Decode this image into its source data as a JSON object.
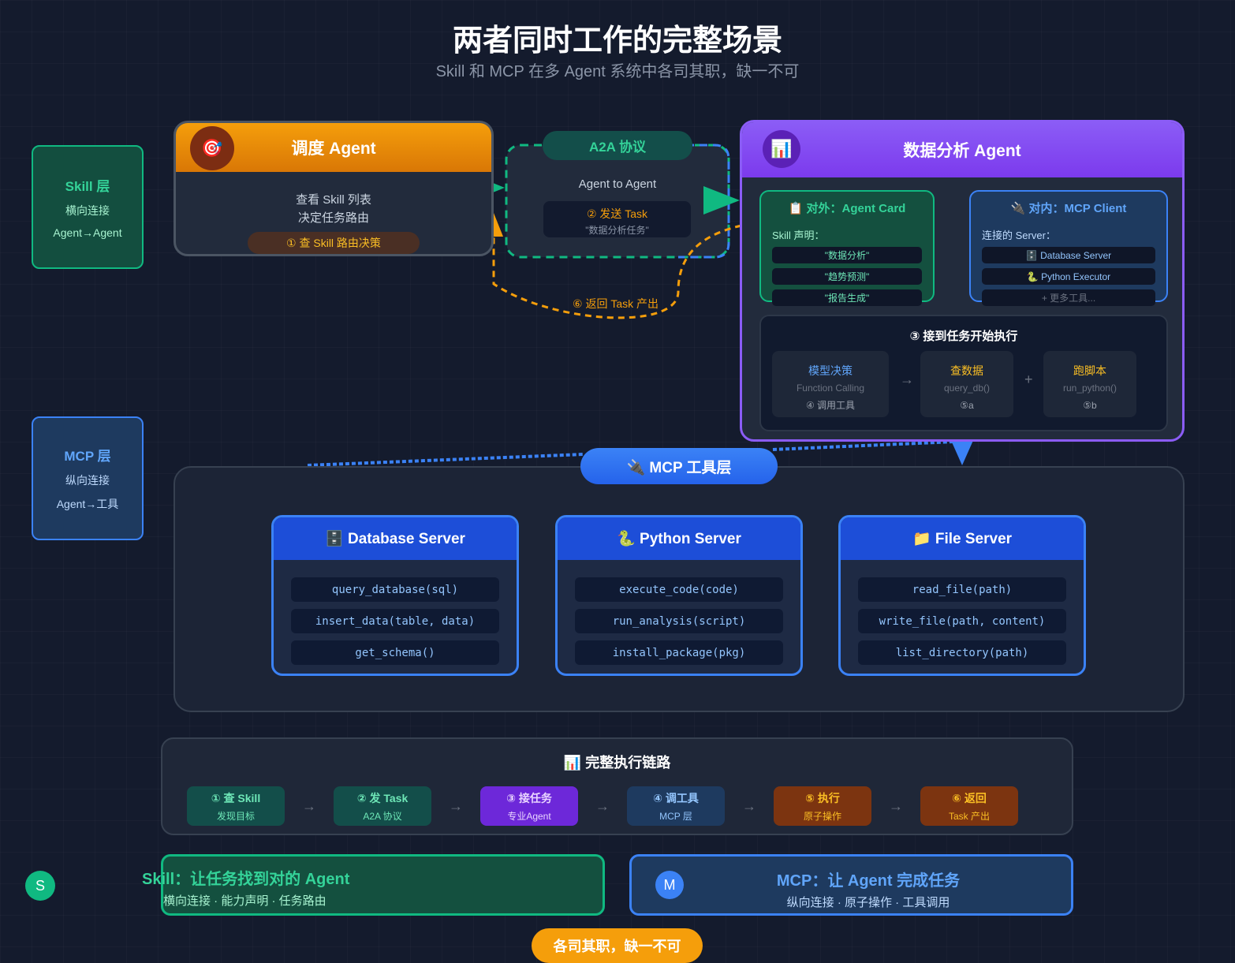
{
  "title": "两者同时工作的完整场景",
  "subtitle": "Skill 和 MCP 在多 Agent 系统中各司其职，缺一不可",
  "skill_layer": {
    "title": "Skill 层",
    "line1": "横向连接",
    "line2": "Agent→Agent"
  },
  "mcp_layer": {
    "title": "MCP 层",
    "line1": "纵向连接",
    "line2": "Agent→工具"
  },
  "dispatch": {
    "icon": "🎯",
    "title": "调度 Agent",
    "line1": "查看 Skill 列表",
    "line2": "决定任务路由",
    "badge": "① 查 Skill 路由决策"
  },
  "a2a": {
    "label": "A2A 协议",
    "desc": "Agent to Agent",
    "send": "② 发送 Task",
    "task": "\"数据分析任务\"",
    "return": "⑥ 返回 Task 产出"
  },
  "analysis": {
    "icon": "📊",
    "title": "数据分析 Agent",
    "card": {
      "title": "📋 对外：Agent Card",
      "label": "Skill 声明：",
      "skills": [
        "\"数据分析\"",
        "\"趋势预测\"",
        "\"报告生成\""
      ]
    },
    "client": {
      "title": "🔌 对内：MCP Client",
      "label": "连接的 Server：",
      "servers": [
        "🗄️ Database Server",
        "🐍 Python Executor",
        "+ 更多工具..."
      ]
    },
    "exec": {
      "title": "③ 接到任务开始执行",
      "steps": [
        {
          "name": "模型决策",
          "fn": "Function Calling",
          "tag": "④ 调用工具"
        },
        {
          "name": "查数据",
          "fn": "query_db()",
          "tag": "⑤a"
        },
        {
          "name": "跑脚本",
          "fn": "run_python()",
          "tag": "⑤b"
        }
      ],
      "arrow": "→",
      "plus": "+"
    }
  },
  "mcp_tools": {
    "label": "🔌 MCP 工具层",
    "servers": [
      {
        "title": "🗄️ Database Server",
        "fns": [
          "query_database(sql)",
          "insert_data(table, data)",
          "get_schema()"
        ]
      },
      {
        "title": "🐍 Python Server",
        "fns": [
          "execute_code(code)",
          "run_analysis(script)",
          "install_package(pkg)"
        ]
      },
      {
        "title": "📁 File Server",
        "fns": [
          "read_file(path)",
          "write_file(path, content)",
          "list_directory(path)"
        ]
      }
    ]
  },
  "chain": {
    "title": "📊 完整执行链路",
    "steps": [
      {
        "a": "① 查 Skill",
        "b": "发现目标"
      },
      {
        "a": "② 发 Task",
        "b": "A2A 协议"
      },
      {
        "a": "③ 接任务",
        "b": "专业Agent"
      },
      {
        "a": "④ 调工具",
        "b": "MCP 层"
      },
      {
        "a": "⑤ 执行",
        "b": "原子操作"
      },
      {
        "a": "⑥ 返回",
        "b": "Task 产出"
      }
    ],
    "arrow": "→"
  },
  "summary": {
    "skill": {
      "badge": "S",
      "title": "Skill：让任务找到对的 Agent",
      "desc": "横向连接 · 能力声明 · 任务路由"
    },
    "mcp": {
      "badge": "M",
      "title": "MCP：让 Agent 完成任务",
      "desc": "纵向连接 · 原子操作 · 工具调用"
    },
    "footer": "各司其职，缺一不可"
  },
  "colors": {
    "green": "#10b981",
    "blue": "#3b82f6",
    "purple": "#8b5cf6",
    "orange": "#f59e0b"
  }
}
